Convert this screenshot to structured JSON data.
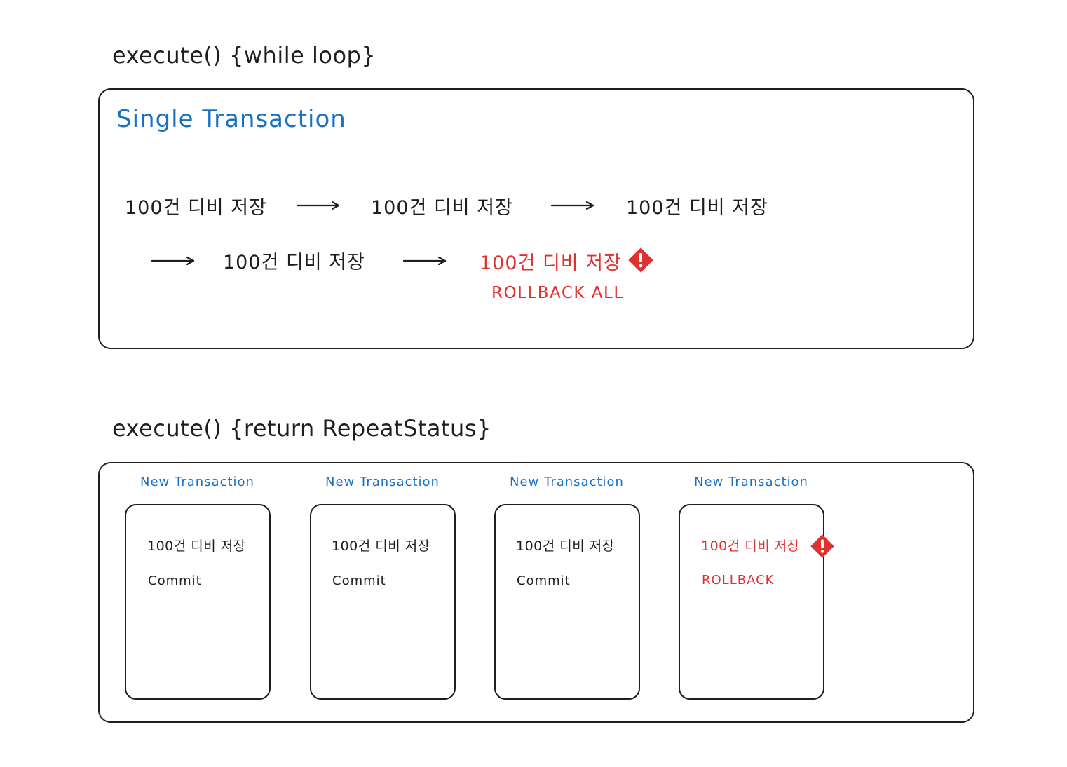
{
  "section1": {
    "heading": "execute() {while loop}",
    "frame_title": "Single Transaction",
    "steps": [
      "100건 디비 저장",
      "100건 디비 저장",
      "100건 디비 저장",
      "100건 디비 저장",
      "100건 디비 저장"
    ],
    "failure_note": "ROLLBACK ALL"
  },
  "section2": {
    "heading": "execute() {return RepeatStatus}",
    "transactions": [
      {
        "label": "New Transaction",
        "text": "100건 디비 저장",
        "status": "Commit",
        "failed": false
      },
      {
        "label": "New Transaction",
        "text": "100건 디비 저장",
        "status": "Commit",
        "failed": false
      },
      {
        "label": "New Transaction",
        "text": "100건 디비 저장",
        "status": "Commit",
        "failed": false
      },
      {
        "label": "New Transaction",
        "text": "100건 디비 저장",
        "status": "ROLLBACK",
        "failed": true
      }
    ]
  },
  "icons": {
    "arrow": "arrow-right-icon",
    "error": "error-diamond-icon"
  },
  "colors": {
    "ink": "#1e1e1e",
    "blue": "#1971c2",
    "red": "#e03131"
  }
}
